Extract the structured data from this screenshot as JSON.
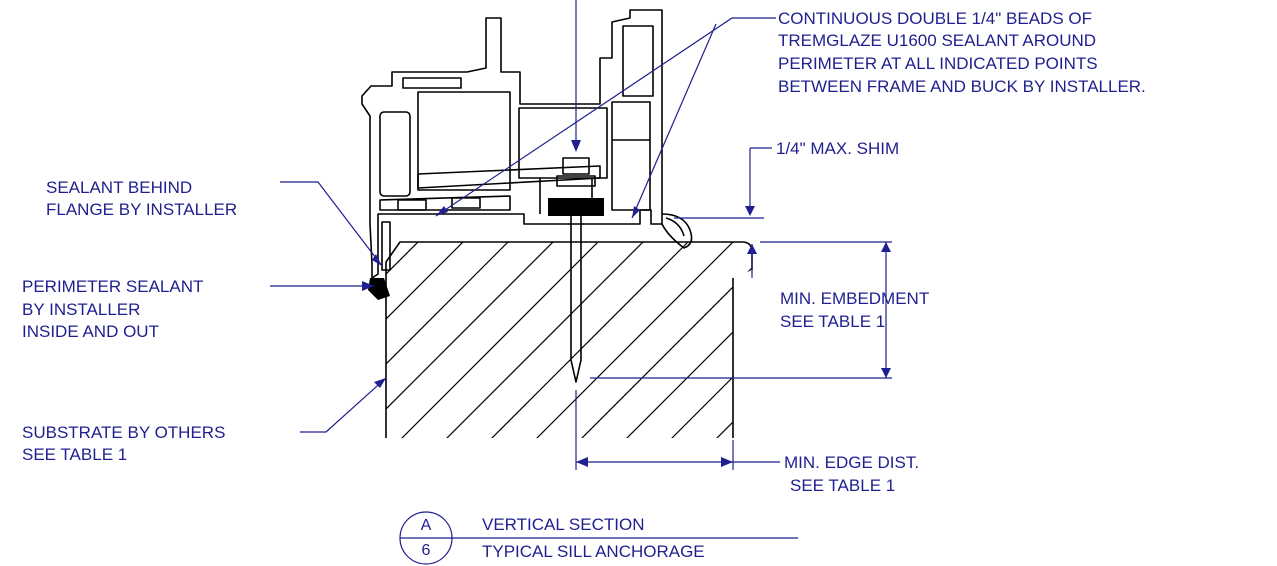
{
  "drawing": {
    "callouts": {
      "sealant_beads": [
        "CONTINUOUS DOUBLE 1/4\" BEADS OF",
        "TREMGLAZE U1600 SEALANT AROUND",
        "PERIMETER AT ALL INDICATED POINTS",
        "BETWEEN FRAME AND BUCK BY INSTALLER."
      ],
      "max_shim": "1/4\"  MAX. SHIM",
      "sealant_behind_flange": [
        "SEALANT BEHIND",
        "FLANGE BY INSTALLER"
      ],
      "perimeter_sealant": [
        "PERIMETER SEALANT",
        "BY INSTALLER",
        "INSIDE AND OUT"
      ],
      "min_embedment": [
        "MIN. EMBEDMENT",
        "SEE TABLE 1"
      ],
      "substrate": [
        "SUBSTRATE BY OTHERS",
        "SEE TABLE 1"
      ],
      "min_edge_dist": [
        "MIN. EDGE DIST.",
        "SEE TABLE 1"
      ]
    },
    "title_block": {
      "detail_letter": "A",
      "sheet_number": "6",
      "view_title": "VERTICAL SECTION",
      "view_subtitle": "TYPICAL SILL ANCHORAGE"
    },
    "colors": {
      "annotation": "#1f1f8f",
      "linework": "#000000"
    }
  }
}
